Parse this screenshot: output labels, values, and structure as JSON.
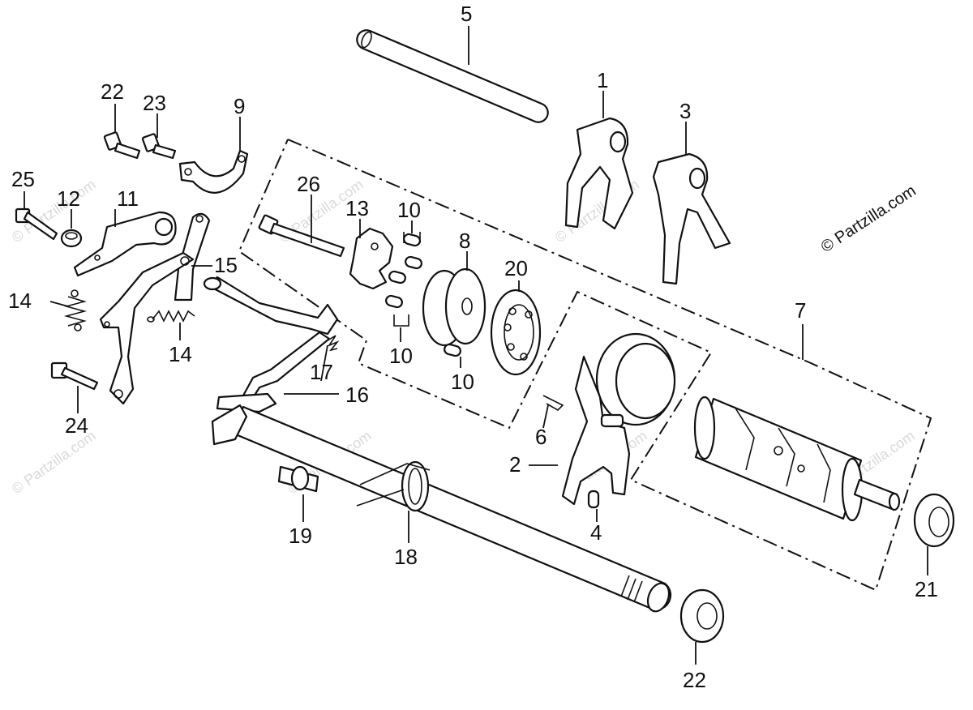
{
  "copyright": "© Partzilla.com",
  "watermark": "© Partzilla.com",
  "callouts": {
    "c1": "1",
    "c2": "2",
    "c3": "3",
    "c4": "4",
    "c5": "5",
    "c6": "6",
    "c7": "7",
    "c8": "8",
    "c9": "9",
    "c10a": "10",
    "c10b": "10",
    "c10c": "10",
    "c11": "11",
    "c12": "12",
    "c13": "13",
    "c14a": "14",
    "c14b": "14",
    "c15": "15",
    "c16": "16",
    "c17": "17",
    "c18": "18",
    "c19": "19",
    "c20": "20",
    "c21": "21",
    "c22a": "22",
    "c22b": "22",
    "c23": "23",
    "c24": "24",
    "c25": "25",
    "c26": "26"
  }
}
